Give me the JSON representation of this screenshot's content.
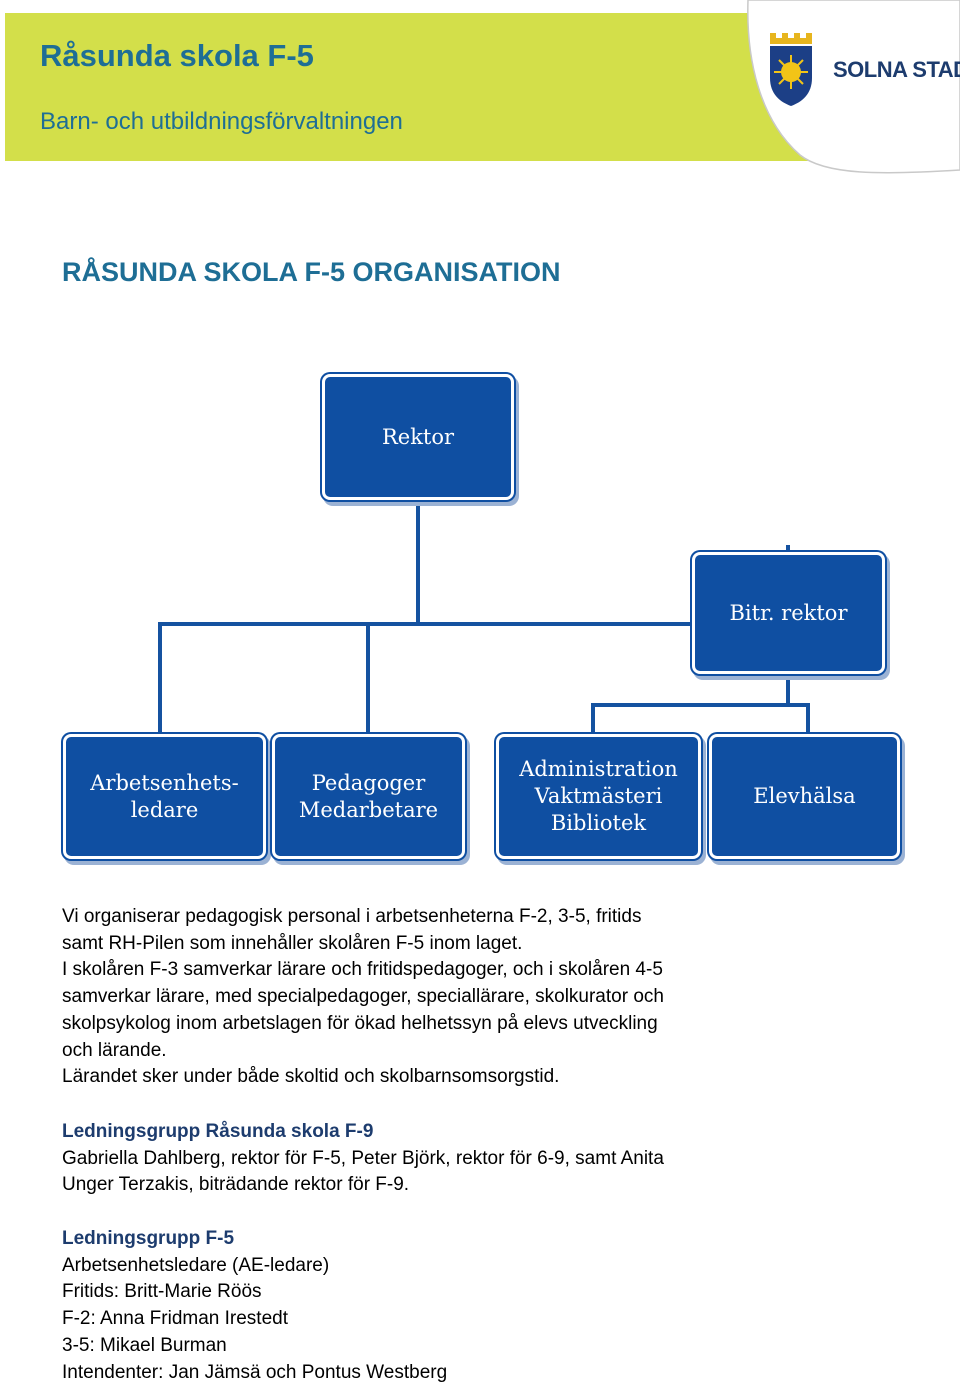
{
  "header": {
    "title": "Råsunda skola F-5",
    "subtitle": "Barn- och utbildningsförvaltningen",
    "logo_text": "SOLNA STAD"
  },
  "heading": "RÅSUNDA SKOLA F-5 ORGANISATION",
  "org_chart": {
    "rektor": "Rektor",
    "bitr_rektor": "Bitr. rektor",
    "units": [
      "Arbetsenhets-\nledare",
      "Pedagoger\nMedarbetare",
      "Administration\nVaktmästeri\nBibliotek",
      "Elevhälsa"
    ]
  },
  "paragraph1": [
    "Vi organiserar pedagogisk personal i arbetsenheterna F-2, 3-5, fritids",
    "samt RH-Pilen som innehåller skolåren F-5 inom laget.",
    "I skolåren F-3 samverkar lärare och fritidspedagoger, och i skolåren 4-5",
    "samverkar lärare, med specialpedagoger, speciallärare, skolkurator och",
    "skolpsykolog inom arbetslagen för ökad helhetssyn på elevs utveckling",
    "och lärande.",
    "Lärandet sker under både skoltid och skolbarnsomsorgstid."
  ],
  "ledningsgrupp_f9": {
    "title": "Ledningsgrupp Råsunda skola F-9",
    "lines": [
      "Gabriella Dahlberg, rektor för F-5, Peter Björk, rektor för 6-9, samt Anita",
      "Unger Terzakis, biträdande rektor för F-9."
    ]
  },
  "ledningsgrupp_f5": {
    "title": "Ledningsgrupp F-5",
    "lines": [
      "Arbetsenhetsledare (AE-ledare)",
      "Fritids: Britt-Marie Röös",
      "F-2: Anna Fridman Irestedt",
      "3-5: Mikael Burman",
      "Intendenter: Jan Jämsä och Pontus Westberg"
    ]
  },
  "colors": {
    "header_band": "#d3df4a",
    "header_text": "#1e6e95",
    "org_box": "#0f4fa2",
    "logo_blue": "#1d3c6e"
  }
}
